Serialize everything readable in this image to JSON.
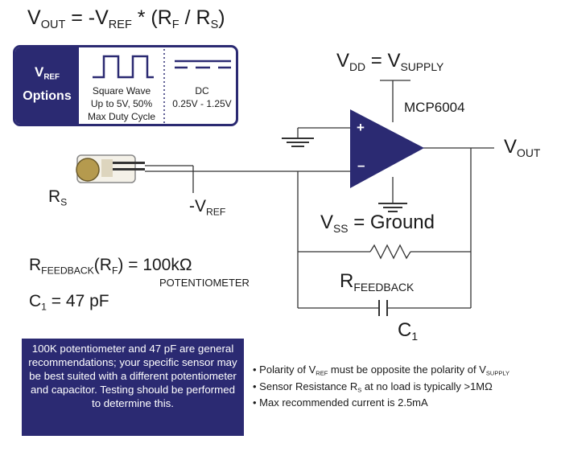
{
  "formula": {
    "v": "V",
    "out": "OUT",
    "eq": " = -V",
    "ref": "REF",
    "mult": " * (R",
    "f": "F",
    "slash": " / R",
    "s": "S",
    "close": ")"
  },
  "options": {
    "label_v": "V",
    "label_ref": "REF",
    "label_options": "Options",
    "square": [
      "Square Wave",
      "Up to 5V, 50%",
      "Max Duty Cycle"
    ],
    "dc": [
      "DC",
      "0.25V - 1.25V"
    ]
  },
  "circuit": {
    "vdd": "V",
    "vdd_sub": "DD",
    "vdd_eq": " = V",
    "vdd_supply": "SUPPLY",
    "chip": "MCP6004",
    "vout": "V",
    "vout_sub": "OUT",
    "plus": "+",
    "minus": "–",
    "vss": "V",
    "vss_sub": "SS",
    "vss_eq": " = Ground",
    "rfb": "R",
    "rfb_sub": "FEEDBACK",
    "c1": "C",
    "c1_sub": "1",
    "rs": "R",
    "rs_sub": "S",
    "vref": "-V",
    "vref_sub": "REF"
  },
  "specs": {
    "rfb": "R",
    "rfb_sub": "FEEDBACK",
    "rf_open": "(R",
    "rf_sub": "F",
    "rf_val": ") = 100kΩ",
    "pot": "POTENTIOMETER",
    "c1": "C",
    "c1_sub": "1",
    "c1_val": " = 47 pF"
  },
  "note": "100K potentiometer and 47 pF are general recommendations; your specific sensor may be best suited with a different potentiometer and capacitor. Testing should be performed to determine this.",
  "bullets": {
    "b1_a": "• Polarity of V",
    "b1_ref": "REF",
    "b1_b": " must be opposite the polarity of V",
    "b1_supply": "SUPPLY",
    "b2_a": "• Sensor Resistance R",
    "b2_s": "S",
    "b2_b": " at no load is typically >1MΩ",
    "b3": "• Max recommended current is 2.5mA"
  },
  "colors": {
    "navy": "#2b2a72",
    "wire": "#333333"
  }
}
